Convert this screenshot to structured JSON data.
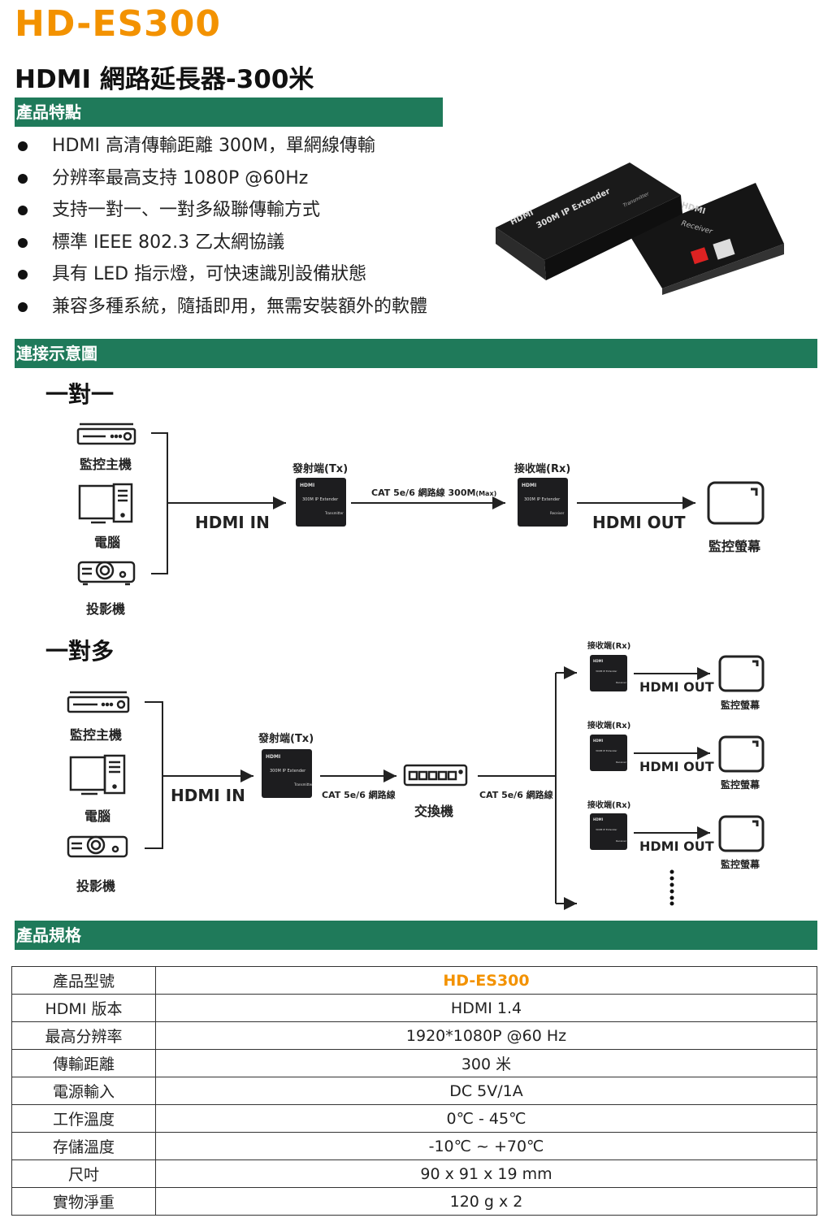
{
  "header": {
    "model": "HD-ES300",
    "subtitle": "HDMI  網路延長器-300米"
  },
  "features": {
    "title": "產品特點",
    "items": [
      "HDMI  高清傳輸距離  300M，單網線傳輸",
      "分辨率最高支持 1080P @60Hz",
      "支持一對一、一對多級聯傳輸方式",
      "標準  IEEE 802.3  乙太網協議",
      "具有  LED  指示燈，可快速識別設備狀態",
      "兼容多種系統，隨插即用，無需安裝額外的軟體"
    ]
  },
  "product_photo": {
    "tx_label": "300M IP Extender",
    "tx_sub": "Transmitter",
    "rx_sub": "Receiver",
    "brand": "HDMI"
  },
  "diagram": {
    "title": "連接示意圖",
    "one_to_one": {
      "heading": "一對一",
      "sources": [
        "監控主機",
        "電腦",
        "投影機"
      ],
      "hdmi_in": "HDMI IN",
      "tx_label": "發射端(Tx)",
      "cable": "CAT 5e/6 網路線 300M",
      "cable_max": "(Max)",
      "rx_label": "接收端(Rx)",
      "hdmi_out": "HDMI OUT",
      "display": "監控螢幕"
    },
    "one_to_many": {
      "heading": "一對多",
      "sources": [
        "監控主機",
        "電腦",
        "投影機"
      ],
      "hdmi_in": "HDMI IN",
      "tx_label": "發射端(Tx)",
      "cable1": "CAT 5e/6 網路線",
      "switch": "交換機",
      "cable2": "CAT 5e/6 網路線",
      "rx_label": "接收端(Rx)",
      "hdmi_out": "HDMI OUT",
      "display": "監控螢幕"
    },
    "device_text": {
      "brand": "HDMI",
      "model": "300M IP Extender",
      "tx": "Transmitter",
      "rx": "Receiver"
    }
  },
  "specs": {
    "title": "產品規格",
    "rows": [
      {
        "key": "產品型號",
        "value": "HD-ES300"
      },
      {
        "key": "HDMI  版本",
        "value": "HDMI 1.4"
      },
      {
        "key": "最高分辨率",
        "value": "1920*1080P @60 Hz"
      },
      {
        "key": "傳輸距離",
        "value": "300 米"
      },
      {
        "key": "電源輸入",
        "value": "DC 5V/1A"
      },
      {
        "key": "工作溫度",
        "value": "0℃  - 45℃"
      },
      {
        "key": "存儲溫度",
        "value": "-10℃  ~ +70℃"
      },
      {
        "key": "尺吋",
        "value": "90 x 91 x 19 mm"
      },
      {
        "key": "實物淨重",
        "value": "120 g x 2"
      }
    ]
  }
}
